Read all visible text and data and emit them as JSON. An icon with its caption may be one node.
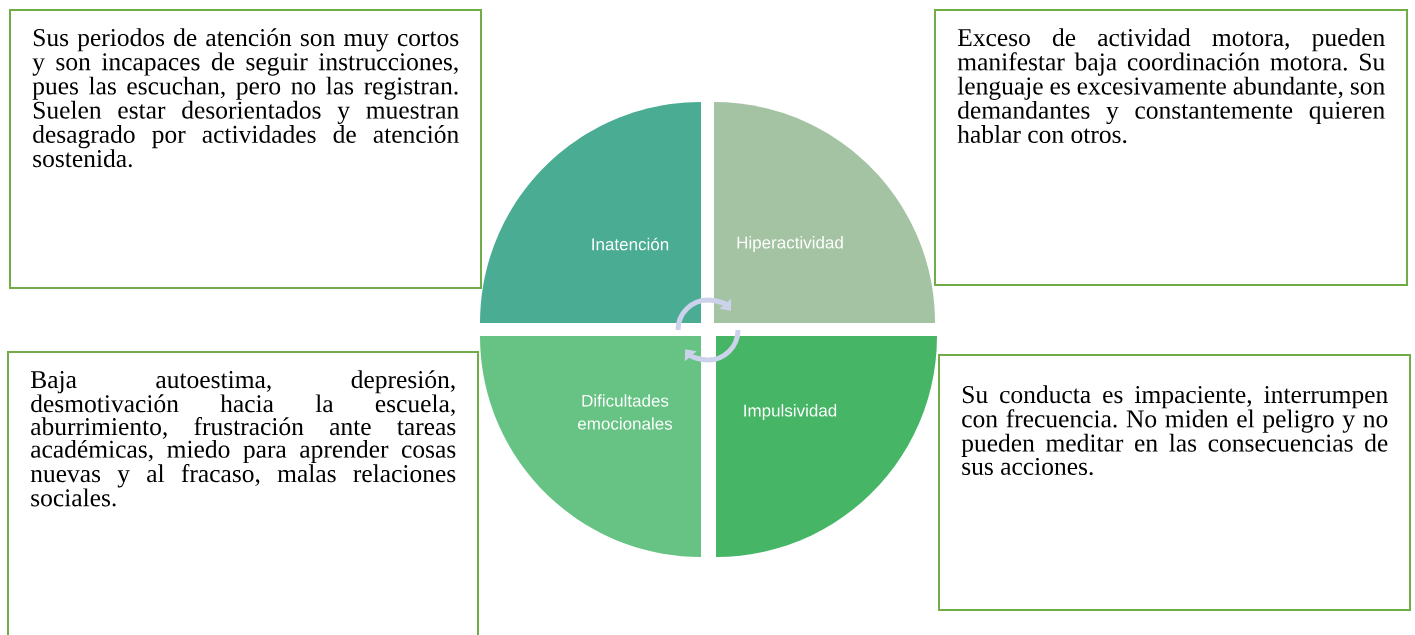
{
  "diagram": {
    "nodes": [
      {
        "text": [
          "Sus periodos de atención son muy cortos y son incapaces de seguir instrucciones, pues las escuchan, pero no las registran. Suelen estar desorientados y muestran desagrado por actividades de atención sostenida."
        ]
      },
      {
        "text": [
          "Exceso de actividad motora, pueden manifestar baja coordinación motora. Su lenguaje es excesivamente abundante, son demandantes y constantemente quieren hablar con otros."
        ]
      },
      {
        "text": [
          "Baja autoestima, depresión, desmotivación hacia la escuela, aburrimiento, frustración ante tareas académicas, miedo para aprender cosas nuevas y al fracaso, malas relaciones sociales."
        ]
      },
      {
        "text": [
          "Su conducta es impaciente, interrumpen con frecuencia. No miden el peligro y no pueden meditar en las consecuencias de sus acciones."
        ]
      },
      {
        "text": [
          "Inatención"
        ]
      },
      {
        "text": [
          "Hiperactividad"
        ]
      },
      {
        "text": [
          "Dificultades emocionales"
        ]
      },
      {
        "text": [
          "Impulsividad"
        ]
      }
    ]
  }
}
